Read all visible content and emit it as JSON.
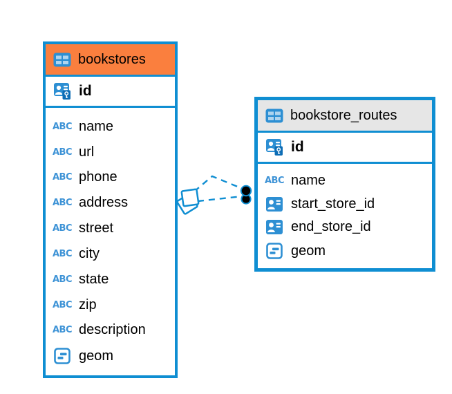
{
  "colors": {
    "border_blue": "#0f8ed2",
    "icon_blue": "#2d8fd3",
    "abc_blue": "#3e93d6",
    "pk_badge_blue": "#0d6db5",
    "header_orange": "#fa7f3e",
    "header_gray": "#e6e6e6",
    "text_black": "#000000",
    "canvas_bg": "#ffffff"
  },
  "icons": {
    "abc_label": "ABC",
    "table": "table-icon",
    "primary_key": "primary-key-icon",
    "reference": "reference-icon",
    "geometry": "geometry-icon"
  },
  "tables": [
    {
      "name": "bookstores",
      "header_style": "orange",
      "primary_key": {
        "name": "id",
        "icon": "primary-key-icon"
      },
      "fields": [
        {
          "name": "name",
          "icon": "text-icon"
        },
        {
          "name": "url",
          "icon": "text-icon"
        },
        {
          "name": "phone",
          "icon": "text-icon"
        },
        {
          "name": "address",
          "icon": "text-icon"
        },
        {
          "name": "street",
          "icon": "text-icon"
        },
        {
          "name": "city",
          "icon": "text-icon"
        },
        {
          "name": "state",
          "icon": "text-icon"
        },
        {
          "name": "zip",
          "icon": "text-icon"
        },
        {
          "name": "description",
          "icon": "text-icon"
        },
        {
          "name": "geom",
          "icon": "geometry-icon"
        }
      ]
    },
    {
      "name": "bookstore_routes",
      "header_style": "gray",
      "primary_key": {
        "name": "id",
        "icon": "primary-key-icon"
      },
      "fields": [
        {
          "name": "name",
          "icon": "text-icon"
        },
        {
          "name": "start_store_id",
          "icon": "reference-icon"
        },
        {
          "name": "end_store_id",
          "icon": "reference-icon"
        },
        {
          "name": "geom",
          "icon": "geometry-icon"
        }
      ]
    }
  ],
  "relationships": [
    {
      "from": "bookstore_routes.start_store_id",
      "to": "bookstores.id",
      "line_style": "dashed"
    },
    {
      "from": "bookstore_routes.end_store_id",
      "to": "bookstores.id",
      "line_style": "dashed"
    }
  ]
}
